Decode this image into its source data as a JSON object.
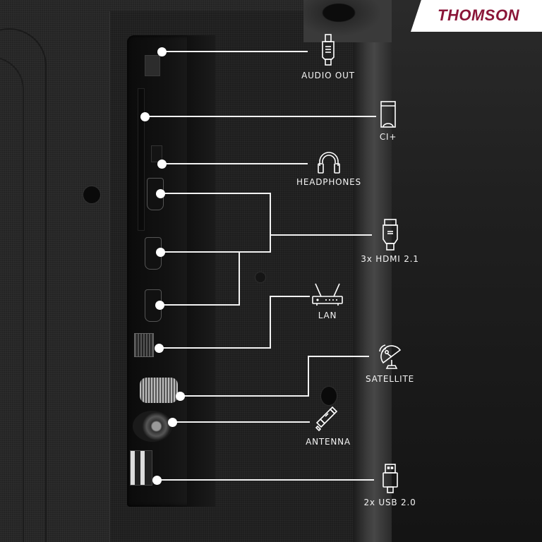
{
  "brand": {
    "name": "THOMSON",
    "color": "#8a1538",
    "box_color": "#ffffff"
  },
  "theme": {
    "line_color": "#f2f2f2",
    "label_color": "#f4f4f4",
    "housing_color": "#242424"
  },
  "features": [
    {
      "id": "audio-out",
      "label": "AUDIO OUT",
      "icon": "optical-audio-plug-icon"
    },
    {
      "id": "ci-plus",
      "label": "CI+",
      "icon": "ci-card-icon"
    },
    {
      "id": "headphones",
      "label": "HEADPHONES",
      "icon": "headphones-icon"
    },
    {
      "id": "hdmi",
      "label": "3x HDMI 2.1",
      "icon": "hdmi-plug-icon"
    },
    {
      "id": "lan",
      "label": "LAN",
      "icon": "router-icon"
    },
    {
      "id": "satellite",
      "label": "SATELLITE",
      "icon": "satellite-dish-icon"
    },
    {
      "id": "antenna",
      "label": "ANTENNA",
      "icon": "coax-plug-icon"
    },
    {
      "id": "usb",
      "label": "2x USB 2.0",
      "icon": "usb-plug-icon"
    }
  ]
}
